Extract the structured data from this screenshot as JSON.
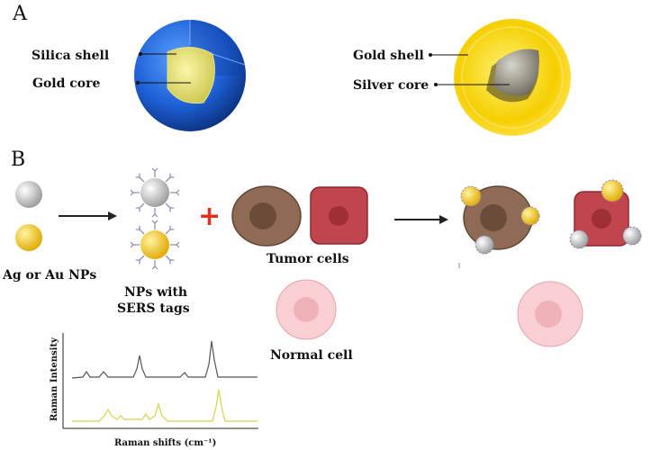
{
  "panel_a": {
    "letter": "A",
    "left_particle": {
      "outer_label": "Silica shell",
      "inner_label": "Gold core"
    },
    "right_particle": {
      "outer_label": "Gold shell",
      "inner_label": "Silver core"
    }
  },
  "panel_b": {
    "letter": "B",
    "np_label": "Ag or Au NPs",
    "sers_label_line1": "NPs with",
    "sers_label_line2": "SERS tags",
    "plus_sign": "+",
    "tumor_label": "Tumor cells",
    "normal_label": "Normal cell",
    "spectrum": {
      "ylabel": "Raman Intensity",
      "xlabel": "Raman shifts (cm⁻¹)"
    }
  },
  "colors": {
    "silica": "#1e5fd6",
    "gold": "#f2c200",
    "silver": "#b9b9b9",
    "tumor_brown": "#8a6a55",
    "tumor_red": "#c0454c",
    "normal_pink": "#f5c6cc",
    "spectrum_top": "#555555",
    "spectrum_bottom": "#d6d24a"
  }
}
